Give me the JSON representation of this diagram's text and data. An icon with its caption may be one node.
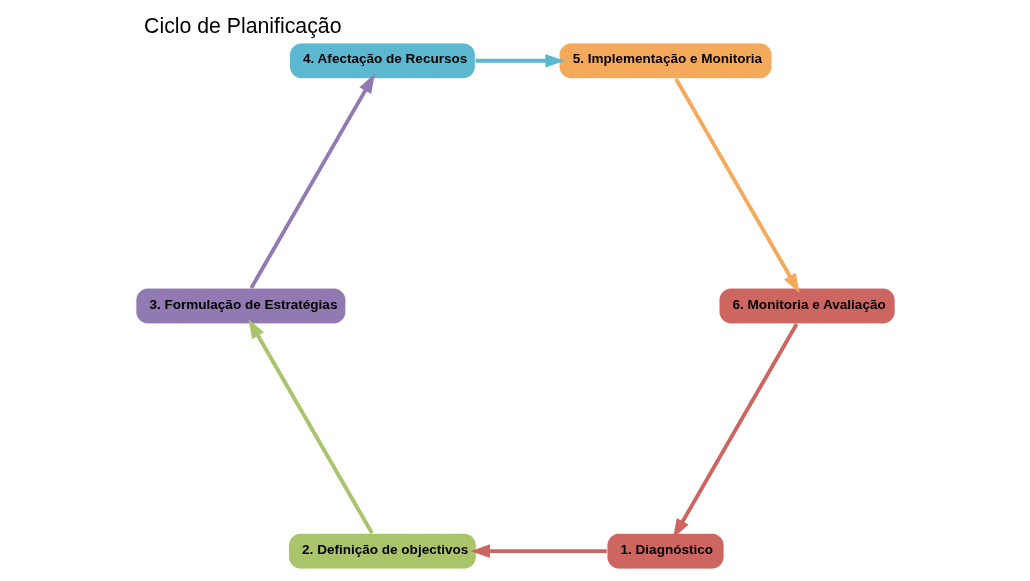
{
  "diagram": {
    "title": "Ciclo de Planificação",
    "nodes": [
      {
        "text": [
          "1. Diagnóstico"
        ]
      },
      {
        "text": [
          "2. Definição de objectivos"
        ]
      },
      {
        "text": [
          "3. Formulação de Estratégias"
        ]
      },
      {
        "text": [
          "4. Afectação de Recursos"
        ]
      },
      {
        "text": [
          "5. Implementação e Monitoria"
        ]
      },
      {
        "text": [
          "6. Monitoria e Avaliação"
        ]
      }
    ],
    "edges": [
      {
        "from": 0,
        "to": 1,
        "arrow": "to",
        "color": "#cd6660"
      },
      {
        "from": 1,
        "to": 2,
        "arrow": "to",
        "color": "#a9c46a"
      },
      {
        "from": 2,
        "to": 3,
        "arrow": "to",
        "color": "#9179b2"
      },
      {
        "from": 3,
        "to": 4,
        "arrow": "to",
        "color": "#5bb8d0"
      },
      {
        "from": 4,
        "to": 5,
        "arrow": "to",
        "color": "#f5a95a"
      },
      {
        "from": 5,
        "to": 0,
        "arrow": "to",
        "color": "#cd6660"
      }
    ]
  }
}
